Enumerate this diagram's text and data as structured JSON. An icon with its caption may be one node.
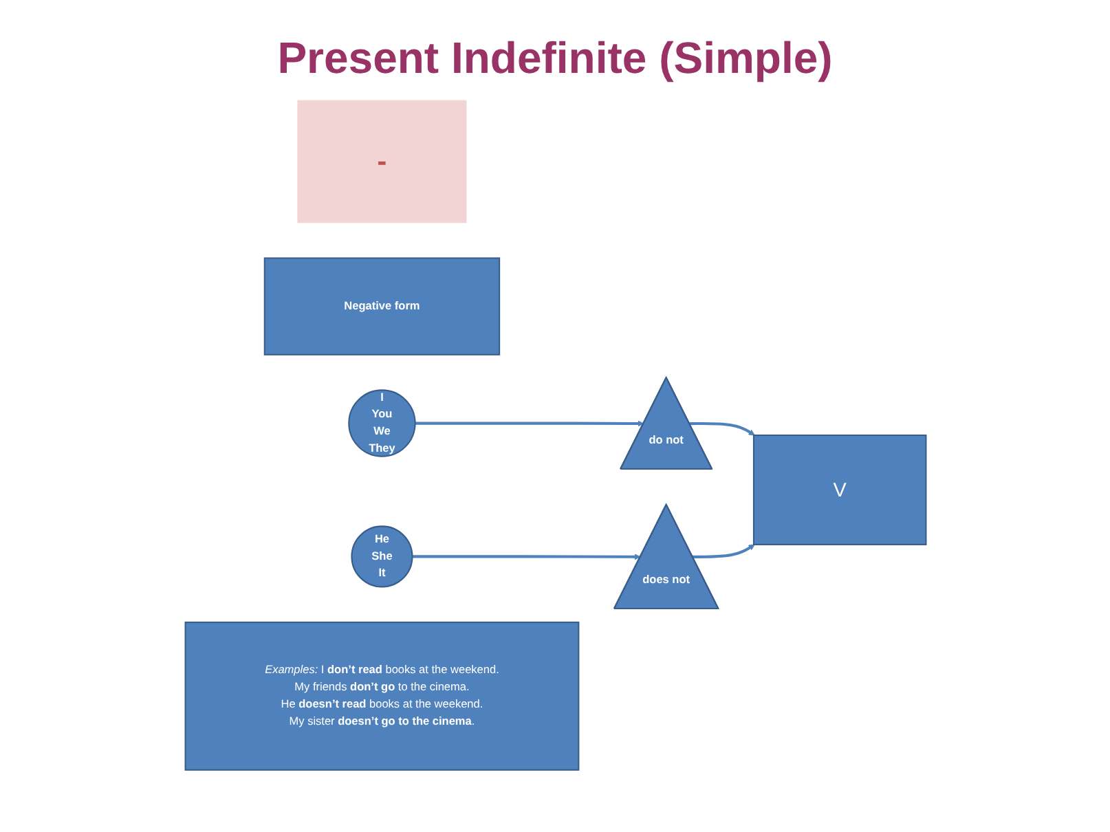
{
  "diagram": {
    "title": "Present Indefinite (Simple)",
    "nodes": [
      {
        "text": [
          "-"
        ]
      },
      {
        "text": [
          "Negative form"
        ]
      },
      {
        "text": [
          "I",
          "You",
          "We",
          "They"
        ]
      },
      {
        "text": [
          "do not"
        ]
      },
      {
        "text": [
          "He",
          "She",
          "It"
        ]
      },
      {
        "text": [
          "does not"
        ]
      },
      {
        "text": [
          "V"
        ]
      },
      {
        "text": [
          "*Examples:*  I **don’t read** books at the weekend.",
          "My friends **don’t go** to the cinema.",
          "He **doesn’t read** books at the weekend.",
          "My sister **doesn’t go to the cinema**."
        ]
      }
    ],
    "edges": [
      {
        "from": 2,
        "to": 3,
        "arrow": "to"
      },
      {
        "from": 4,
        "to": 5,
        "arrow": "to"
      },
      {
        "from": 3,
        "to": 6,
        "arrow": "to"
      },
      {
        "from": 5,
        "to": 6,
        "arrow": "to"
      }
    ]
  }
}
